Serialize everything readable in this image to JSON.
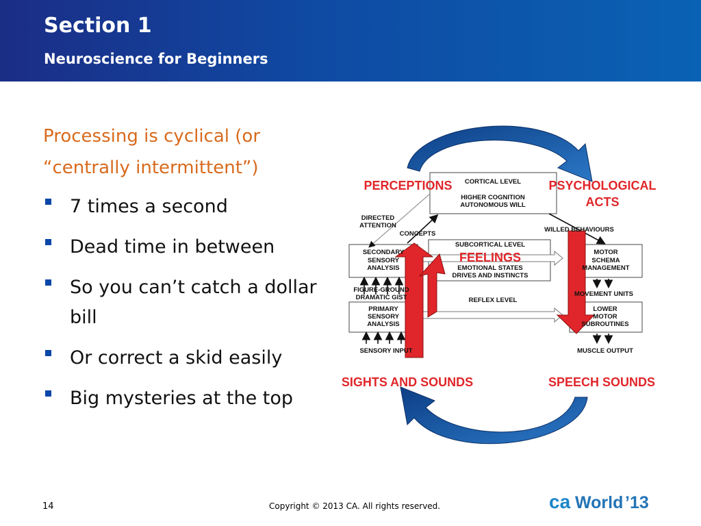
{
  "header": {
    "title": "Section 1",
    "subtitle": "Neuroscience for Beginners"
  },
  "main": {
    "lead": "Processing is cyclical (or “centrally intermittent”)",
    "bullets": [
      "7 times a second",
      "Dead time in between",
      "So you can’t catch a dollar bill",
      "Or correct a skid easily",
      "Big mysteries at the top"
    ]
  },
  "diagram": {
    "perceptions": "PERCEPTIONS",
    "psychological_1": "PSYCHOLOGICAL",
    "psychological_2": "ACTS",
    "feelings": "FEELINGS",
    "sights_sounds": "SIGHTS AND SOUNDS",
    "speech_sounds": "SPEECH SOUNDS",
    "cortical_level": "CORTICAL LEVEL",
    "higher_cognition": "HIGHER COGNITION",
    "autonomous_will": "AUTONOMOUS WILL",
    "directed_1": "DIRECTED",
    "directed_2": "ATTENTION",
    "concepts": "CONCEPTS",
    "willed_behaviours": "WILLED BEHAVIOURS",
    "secondary_1": "SECONDARY",
    "secondary_2": "SENSORY",
    "secondary_3": "ANALYSIS",
    "subcortical_level": "SUBCORTICAL LEVEL",
    "emotional_states": "EMOTIONAL STATES",
    "drives_instincts": "DRIVES AND INSTINCTS",
    "motor_1": "MOTOR",
    "motor_2": "SCHEMA",
    "motor_3": "MANAGEMENT",
    "figure_ground": "FIGURE-GROUND",
    "dramatic_gist": "DRAMATIC GIST",
    "reflex_level": "REFLEX LEVEL",
    "movement_units": "MOVEMENT UNITS",
    "primary_1": "PRIMARY",
    "primary_2": "SENSORY",
    "primary_3": "ANALYSIS",
    "lower_1": "LOWER",
    "lower_2": "MOTOR",
    "lower_3": "SUBROUTINES",
    "sensory_input": "SENSORY INPUT",
    "muscle_output": "MUSCLE OUTPUT"
  },
  "footer": {
    "page_number": "14",
    "copyright": "Copyright © 2013 CA. All rights reserved.",
    "logo_ca": "ca",
    "logo_world": "World",
    "logo_year": "’13"
  },
  "colors": {
    "header_start": "#1b2d86",
    "header_end": "#0a62b4",
    "lead_text": "#d86a1d",
    "bullet_square": "#0a47a8",
    "diagram_red": "#e0262a",
    "cycle_arrow": "#1c5aa6"
  }
}
